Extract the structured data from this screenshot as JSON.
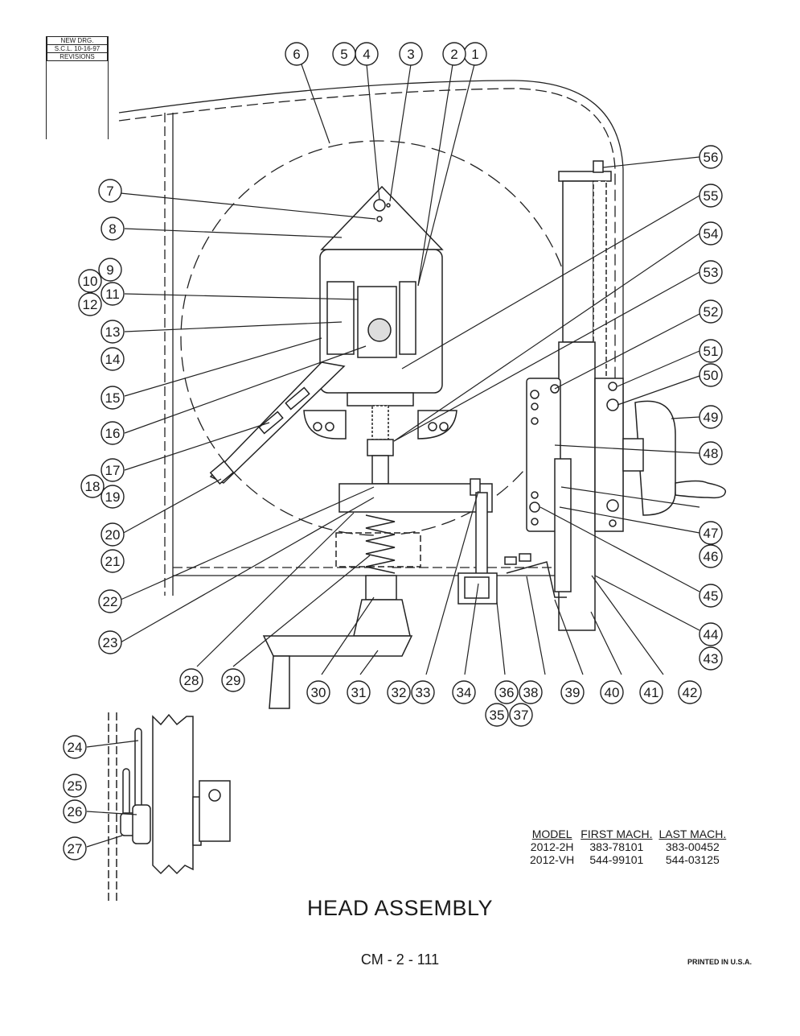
{
  "revision_block": {
    "line1": "NEW DRG.",
    "line2": "S.C.L. 10-16-97",
    "line3": "REVISIONS"
  },
  "callouts": [
    {
      "n": "1"
    },
    {
      "n": "2"
    },
    {
      "n": "3"
    },
    {
      "n": "4"
    },
    {
      "n": "5"
    },
    {
      "n": "6"
    },
    {
      "n": "7"
    },
    {
      "n": "8"
    },
    {
      "n": "9"
    },
    {
      "n": "10"
    },
    {
      "n": "11"
    },
    {
      "n": "12"
    },
    {
      "n": "13"
    },
    {
      "n": "14"
    },
    {
      "n": "15"
    },
    {
      "n": "16"
    },
    {
      "n": "17"
    },
    {
      "n": "18"
    },
    {
      "n": "19"
    },
    {
      "n": "20"
    },
    {
      "n": "21"
    },
    {
      "n": "22"
    },
    {
      "n": "23"
    },
    {
      "n": "24"
    },
    {
      "n": "25"
    },
    {
      "n": "26"
    },
    {
      "n": "27"
    },
    {
      "n": "28"
    },
    {
      "n": "29"
    },
    {
      "n": "30"
    },
    {
      "n": "31"
    },
    {
      "n": "32"
    },
    {
      "n": "33"
    },
    {
      "n": "34"
    },
    {
      "n": "35"
    },
    {
      "n": "36"
    },
    {
      "n": "37"
    },
    {
      "n": "38"
    },
    {
      "n": "39"
    },
    {
      "n": "40"
    },
    {
      "n": "41"
    },
    {
      "n": "42"
    },
    {
      "n": "43"
    },
    {
      "n": "44"
    },
    {
      "n": "45"
    },
    {
      "n": "46"
    },
    {
      "n": "47"
    },
    {
      "n": "48"
    },
    {
      "n": "49"
    },
    {
      "n": "50"
    },
    {
      "n": "51"
    },
    {
      "n": "52"
    },
    {
      "n": "53"
    },
    {
      "n": "54"
    },
    {
      "n": "55"
    },
    {
      "n": "56"
    }
  ],
  "model_table": {
    "headers": [
      "MODEL",
      "FIRST MACH.",
      "LAST MACH."
    ],
    "rows": [
      [
        "2012-2H",
        "383-78101",
        "383-00452"
      ],
      [
        "2012-VH",
        "544-99101",
        "544-03125"
      ]
    ]
  },
  "title": "HEAD ASSEMBLY",
  "drawing_number": "CM - 2 - 111",
  "printed": "PRINTED IN U.S.A."
}
